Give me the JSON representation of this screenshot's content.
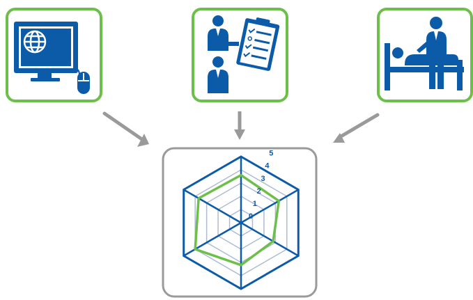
{
  "colors": {
    "icon_blue": "#0b5ba8",
    "radar_blue": "#0b5ba8",
    "grid_light": "#aebbd6",
    "series_green": "#6cbf48",
    "frame_green": "#6cbf48",
    "frame_gray": "#9a9a9a",
    "arrow_gray": "#9a9a9a"
  },
  "cards": [
    {
      "name": "computer-card",
      "icon": "computer-monitor-globe-mouse-icon"
    },
    {
      "name": "consultation-card",
      "icon": "people-clipboard-checklist-icon"
    },
    {
      "name": "bedside-care-card",
      "icon": "patient-bed-caregiver-icon"
    }
  ],
  "chart_data": {
    "type": "radar",
    "axes_count": 6,
    "scale_max": 5,
    "tick_labels": [
      "0",
      "1",
      "2",
      "3",
      "4",
      "5"
    ],
    "series": [
      {
        "values": [
          3.6,
          3.3,
          2.8,
          3.2,
          4.0,
          3.7
        ]
      }
    ]
  }
}
